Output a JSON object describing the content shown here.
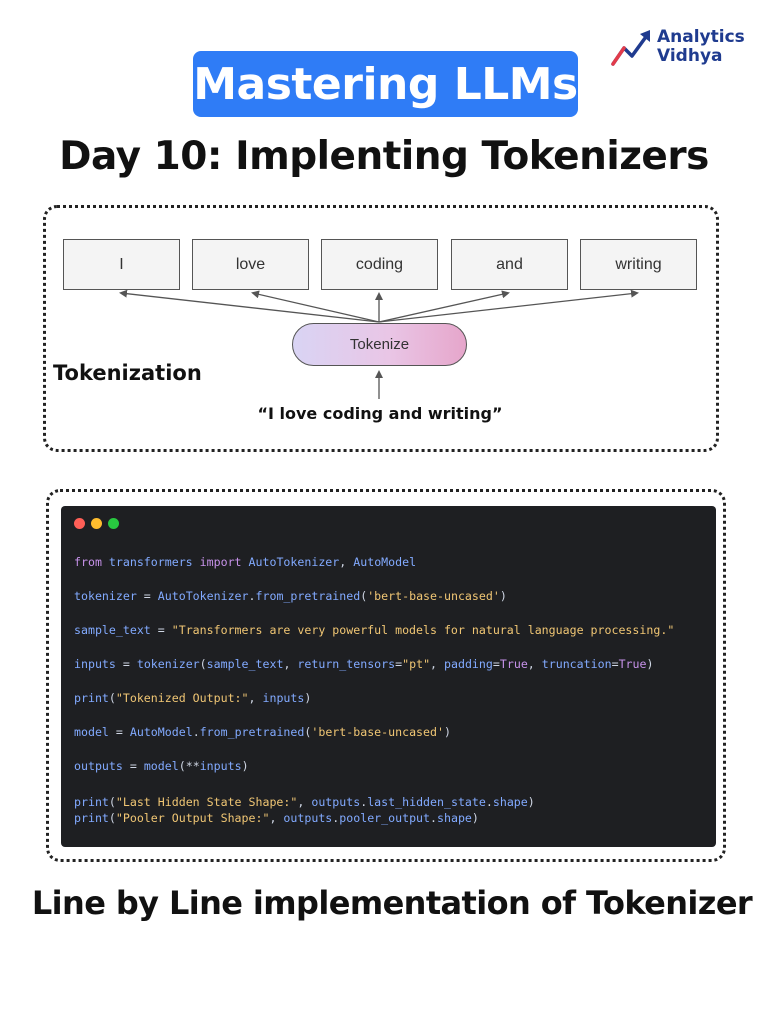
{
  "header": {
    "pill_title": "Mastering LLMs",
    "subtitle": "Day 10: Implenting Tokenizers",
    "brand": {
      "line1": "Analytics",
      "line2": "Vidhya",
      "icon": "trend-arrow-icon",
      "color": "#1f3b8f"
    },
    "accent_color": "#2f7cf6"
  },
  "diagram": {
    "label": "Tokenization",
    "tokens": [
      "I",
      "love",
      "coding",
      "and",
      "writing"
    ],
    "process_label": "Tokenize",
    "input_text": "“I love coding and writing”"
  },
  "code_window": {
    "window_controls": [
      "close-dot",
      "minimize-dot",
      "maximize-dot"
    ],
    "lines": [
      "from transformers import AutoTokenizer, AutoModel",
      "tokenizer = AutoTokenizer.from_pretrained('bert-base-uncased')",
      "sample_text = \"Transformers are very powerful models for natural language processing.\"",
      "inputs = tokenizer(sample_text, return_tensors=\"pt\", padding=True, truncation=True)",
      "print(\"Tokenized Output:\", inputs)",
      "model = AutoModel.from_pretrained('bert-base-uncased')",
      "outputs = model(**inputs)",
      "print(\"Last Hidden State Shape:\", outputs.last_hidden_state.shape)",
      "print(\"Pooler Output Shape:\", outputs.pooler_output.shape)"
    ]
  },
  "caption": "Line by Line implementation of Tokenizer"
}
